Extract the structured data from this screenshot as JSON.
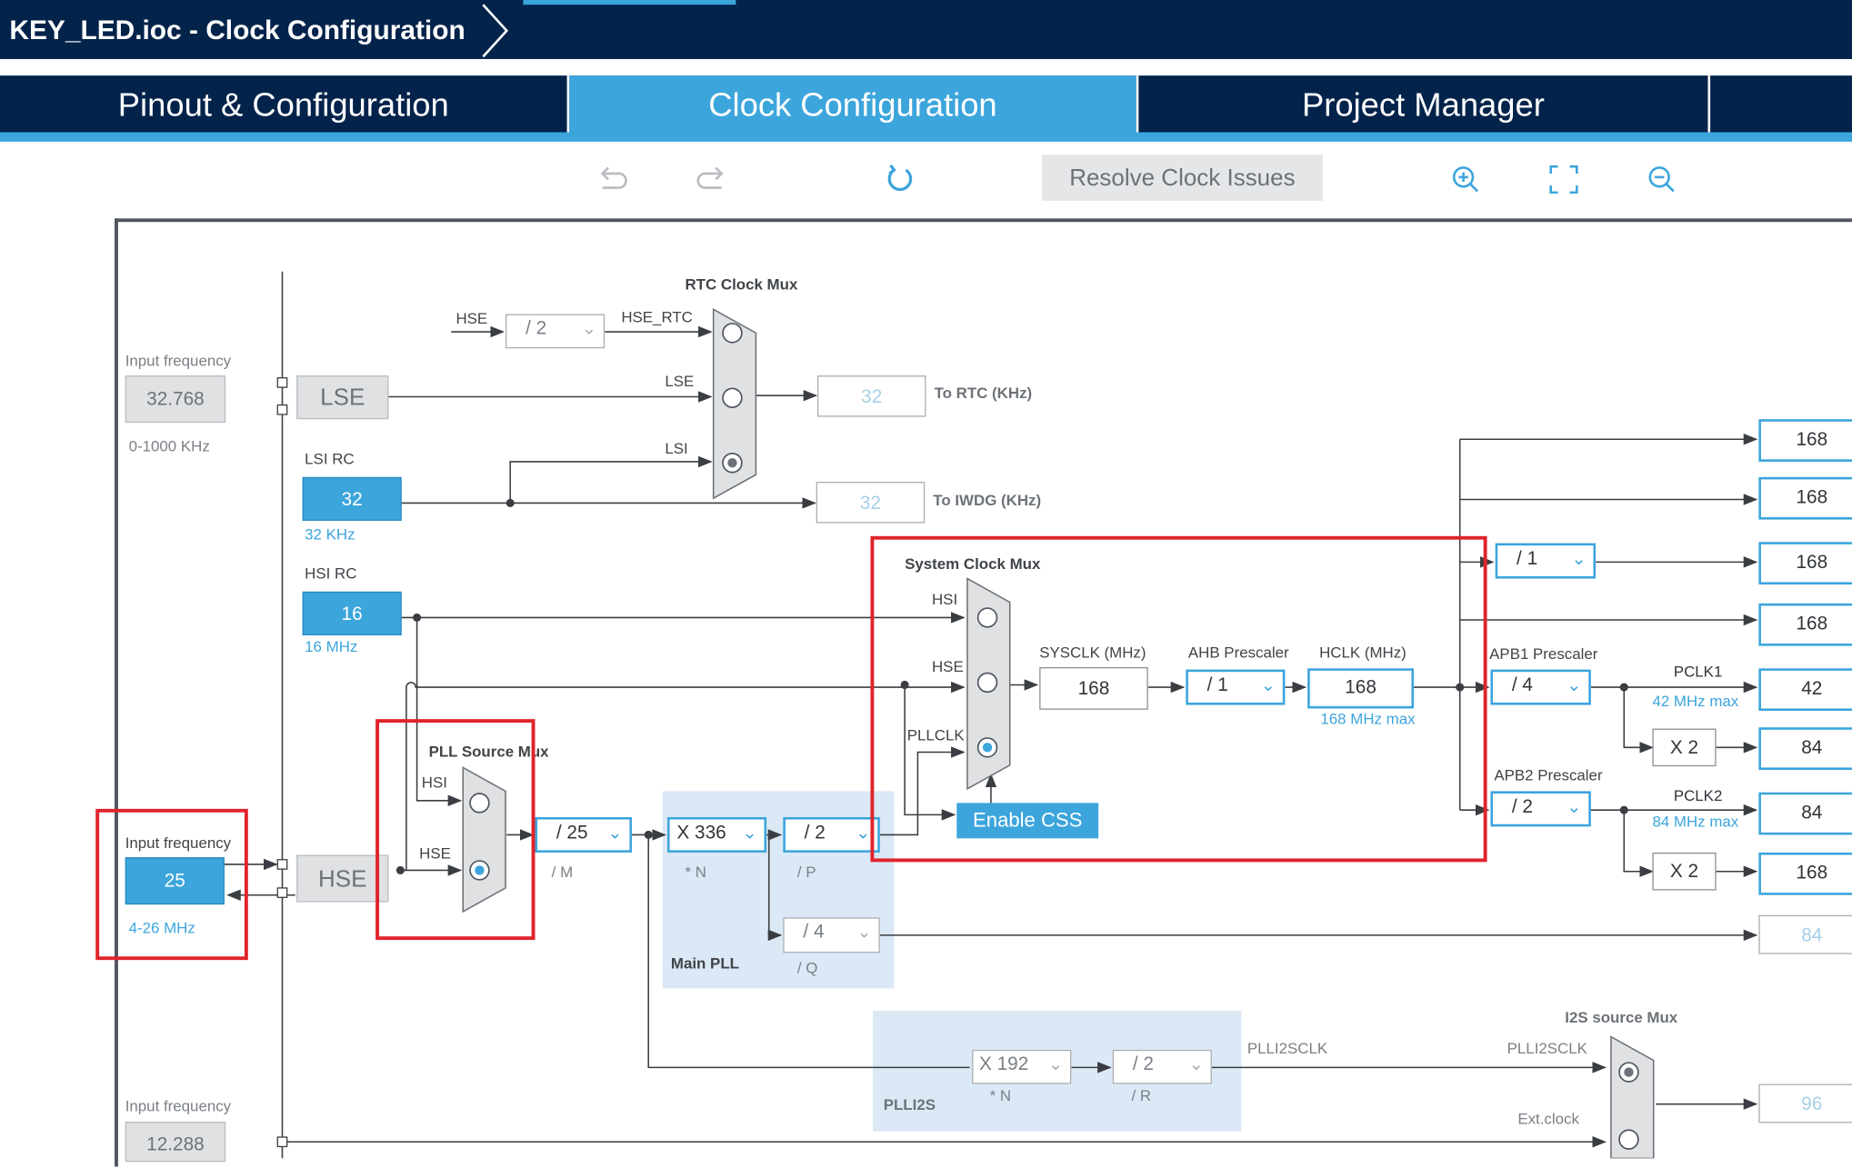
{
  "window": {
    "title": "KEY_LED.ioc - Clock Configuration"
  },
  "tabs": [
    {
      "label": "Pinout & Configuration",
      "active": false
    },
    {
      "label": "Clock Configuration",
      "active": true
    },
    {
      "label": "Project Manager",
      "active": false
    }
  ],
  "toolbar": {
    "undo_icon": "undo-icon",
    "redo_icon": "redo-icon",
    "refresh_icon": "refresh-icon",
    "resolve_label": "Resolve Clock Issues",
    "zoom_in_icon": "zoom-in-icon",
    "fit_icon": "fit-screen-icon",
    "zoom_out_icon": "zoom-out-icon"
  },
  "colors": {
    "navy": "#03234b",
    "accent": "#3ca5dc",
    "highlight_red": "#e0242c",
    "pll_region": "#dbe8f5"
  },
  "lse": {
    "input_label": "Input frequency",
    "input_value": "32.768",
    "range": "0-1000 KHz",
    "block": "LSE"
  },
  "lsi": {
    "title": "LSI RC",
    "value": "32",
    "unit": "32 KHz"
  },
  "hsi": {
    "title": "HSI RC",
    "value": "16",
    "unit": "16 MHz"
  },
  "hse": {
    "input_label": "Input frequency",
    "input_value": "25",
    "range": "4-26 MHz",
    "block": "HSE"
  },
  "i2s_input": {
    "input_label": "Input frequency",
    "input_value": "12.288"
  },
  "rtc": {
    "mux_title": "RTC Clock Mux",
    "hse_label": "HSE",
    "div": "/ 2",
    "hse_rtc_label": "HSE_RTC",
    "lse_label": "LSE",
    "lsi_label": "LSI",
    "rtc_value": "32",
    "rtc_label": "To RTC (KHz)",
    "iwdg_value": "32",
    "iwdg_label": "To IWDG (KHz)"
  },
  "pll_source": {
    "title": "PLL Source Mux",
    "hsi": "HSI",
    "hse": "HSE"
  },
  "main_pll": {
    "m_value": "/ 25",
    "m_label": "/ M",
    "n_value": "X 336",
    "n_label": "* N",
    "p_value": "/ 2",
    "p_label": "/ P",
    "q_value": "/ 4",
    "q_label": "/ Q",
    "title": "Main PLL"
  },
  "sys_mux": {
    "title": "System Clock Mux",
    "hsi": "HSI",
    "hse": "HSE",
    "pllclk": "PLLCLK",
    "enable_css": "Enable CSS"
  },
  "sysclk": {
    "label": "SYSCLK (MHz)",
    "value": "168"
  },
  "ahb": {
    "label": "AHB Prescaler",
    "value": "/ 1"
  },
  "hclk": {
    "label": "HCLK (MHz)",
    "value": "168",
    "max": "168 MHz max"
  },
  "apb1": {
    "label": "APB1 Prescaler",
    "value": "/ 4",
    "pclk_label": "PCLK1",
    "pclk_max": "42 MHz max",
    "x2": "X 2"
  },
  "apb2": {
    "label": "APB2 Prescaler",
    "value": "/ 2",
    "pclk_label": "PCLK2",
    "pclk_max": "84 MHz max",
    "x2": "X 2"
  },
  "cortex_div": "/ 1",
  "outputs": [
    "168",
    "168",
    "168",
    "168",
    "42",
    "84",
    "84",
    "168",
    "84",
    "96"
  ],
  "plli2s": {
    "n_value": "X 192",
    "n_label": "* N",
    "r_value": "/ 2",
    "r_label": "/ R",
    "title": "PLLI2S",
    "clk_label": "PLLI2SCLK"
  },
  "i2s_mux": {
    "title": "I2S source Mux",
    "plli2sclk": "PLLI2SCLK",
    "ext": "Ext.clock"
  }
}
